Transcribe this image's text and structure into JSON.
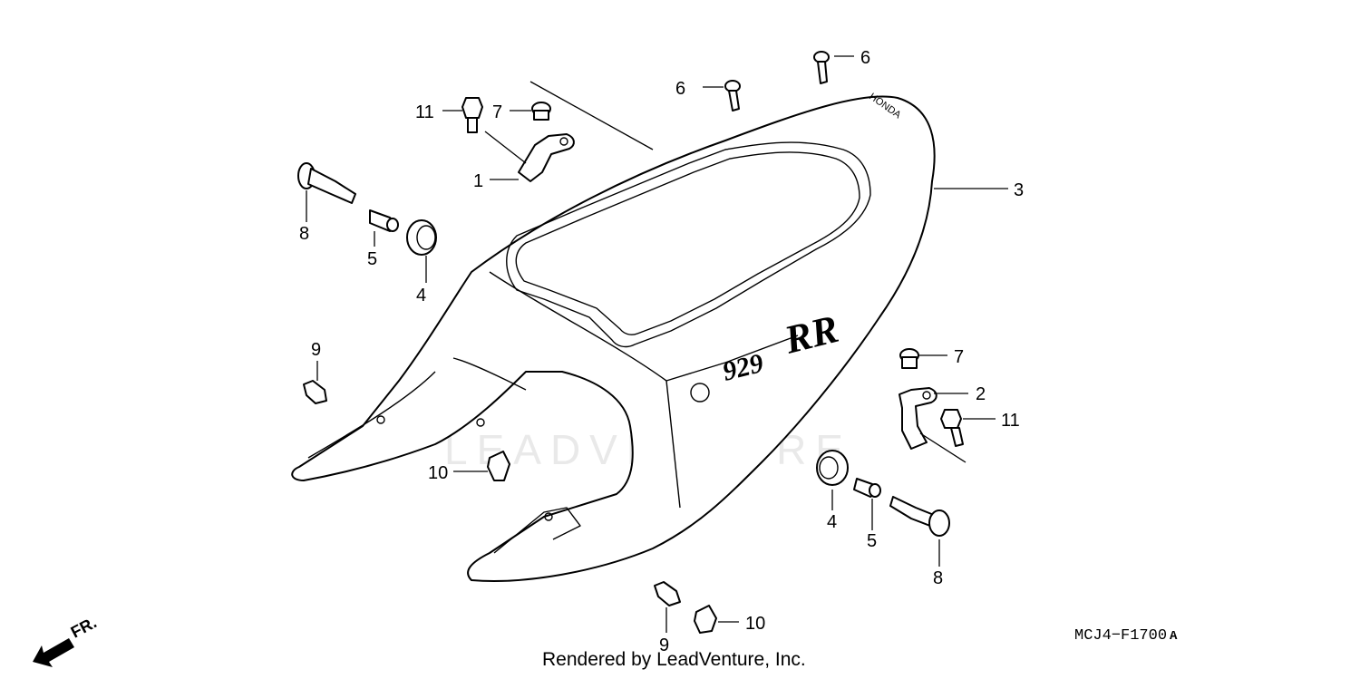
{
  "diagram": {
    "callouts": {
      "c1": "1",
      "c2": "2",
      "c3": "3",
      "c4a": "4",
      "c4b": "4",
      "c5a": "5",
      "c5b": "5",
      "c6a": "6",
      "c6b": "6",
      "c7a": "7",
      "c7b": "7",
      "c8a": "8",
      "c8b": "8",
      "c9a": "9",
      "c9b": "9",
      "c10a": "10",
      "c10b": "10",
      "c11a": "11",
      "c11b": "11"
    },
    "cowl_text": {
      "model": "929",
      "badge": "RR",
      "brand": "HONDA"
    },
    "watermark": "LEADVENTURE",
    "direction_label": "FR.",
    "diagram_code": "MCJ4−F1700",
    "diagram_code_suffix": "A",
    "credit": "Rendered by LeadVenture, Inc."
  }
}
